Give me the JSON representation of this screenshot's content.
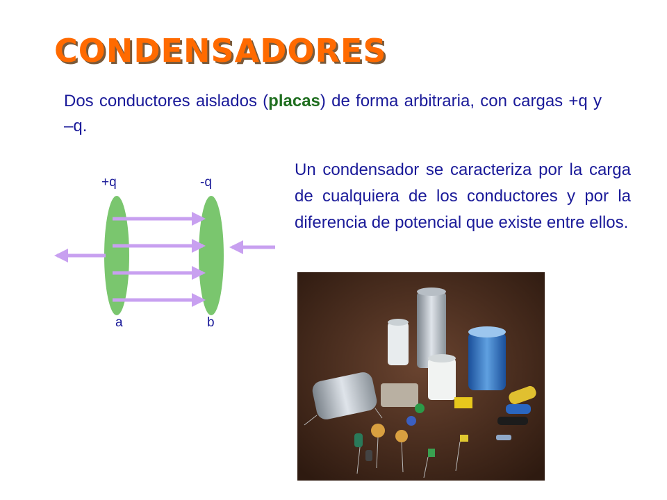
{
  "title": "CONDENSADORES",
  "intro": {
    "before": "Dos conductores aislados (",
    "highlight": "placas",
    "after": ") de forma arbitraria, con cargas +q y –q."
  },
  "description": "Un condensador se caracteriza por la carga de cualquiera de los conductores y por la diferencia de potencial que existe entre ellos.",
  "diagram": {
    "plus_label": "+q",
    "minus_label": "-q",
    "a_label": "a",
    "b_label": "b",
    "plate_color": "#7ac66e",
    "arrow_color": "#c8a0f0"
  },
  "photo": {
    "icon": "capacitors-photo"
  }
}
